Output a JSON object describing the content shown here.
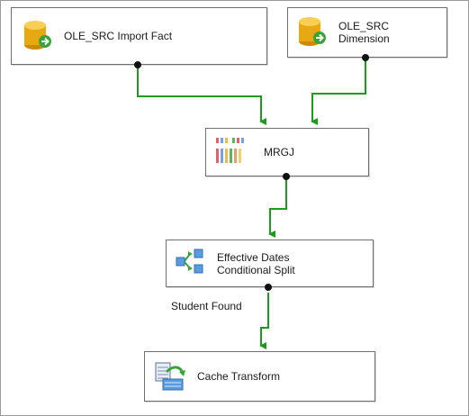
{
  "nodes": {
    "ole_src_import_fact": {
      "label": "OLE_SRC Import Fact"
    },
    "ole_src_dimension": {
      "label_line1": "OLE_SRC",
      "label_line2": "Dimension"
    },
    "mrgj": {
      "label": "MRGJ"
    },
    "conditional_split": {
      "label_line1": "Effective Dates",
      "label_line2": "Conditional Split"
    },
    "cache_transform": {
      "label": "Cache Transform"
    }
  },
  "paths": {
    "split_output": {
      "label": "Student Found"
    }
  },
  "colors": {
    "path_line": "#1e9b1e",
    "node_border": "#6f6f6f",
    "db_icon": "#e0a010"
  }
}
